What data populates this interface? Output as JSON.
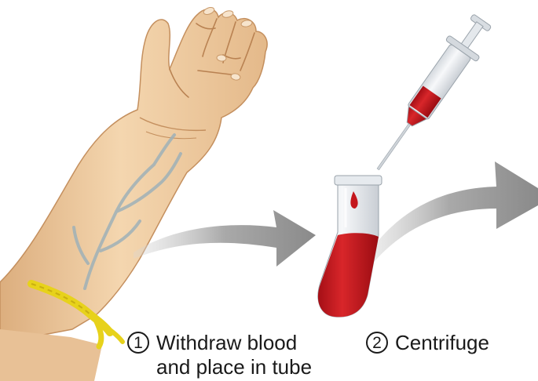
{
  "steps": [
    {
      "number": "1",
      "text_lines": [
        "Withdraw blood",
        "and place in tube"
      ]
    },
    {
      "number": "2",
      "text_lines": [
        "Centrifuge"
      ]
    }
  ],
  "colors": {
    "skin": "#f1cfa5",
    "skin_shadow": "#d9a978",
    "vein": "#9fb1b8",
    "tourniquet": "#e7d21b",
    "blood": "#c4161c",
    "glass": "#e9ecef",
    "arrow": "#9a9a9a"
  },
  "icons": [
    "arm-illustration",
    "tourniquet",
    "syringe-icon",
    "test-tube-icon",
    "arrow-1",
    "arrow-2"
  ]
}
